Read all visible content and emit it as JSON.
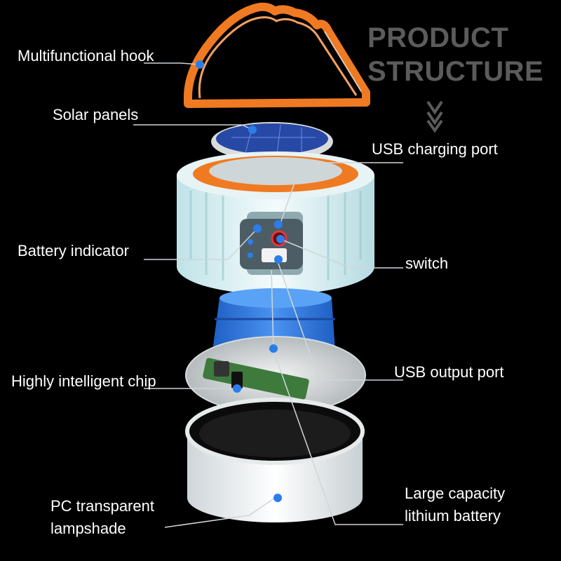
{
  "heading": {
    "line1": "PRODUCT",
    "line2": "STRUCTURE"
  },
  "labels": {
    "hook": "Multifunctional hook",
    "solar": "Solar panels",
    "usb_charging": "USB charging port",
    "battery_indicator": "Battery indicator",
    "switch": "switch",
    "usb_output": "USB output port",
    "chip": "Highly intelligent chip",
    "lampshade_line1": "PC transparent",
    "lampshade_line2": "lampshade",
    "battery_line1": "Large capacity",
    "battery_line2": "lithium battery"
  },
  "colors": {
    "background": "#000000",
    "hook": "#f07a22",
    "marker": "#2b7de9",
    "battery": "#2c6fd6",
    "heading": "#5b5b5b"
  }
}
